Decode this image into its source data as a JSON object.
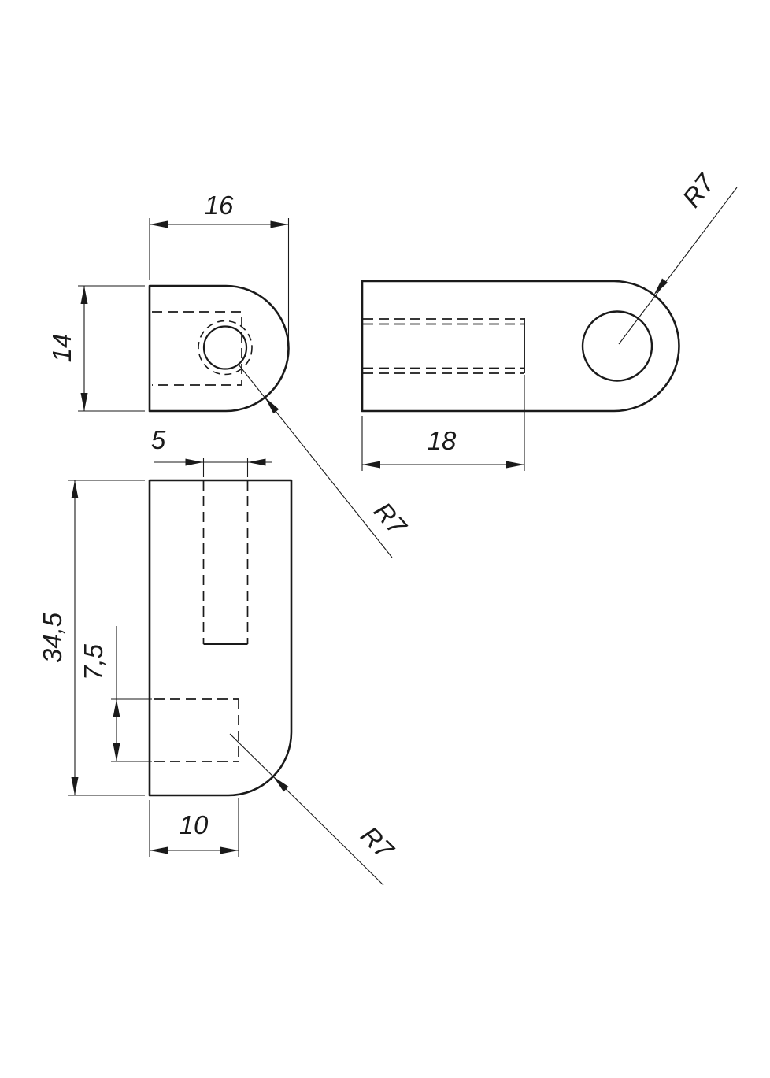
{
  "drawing": {
    "background_color": "#ffffff",
    "line_color": "#1a1a1a",
    "views": {
      "top_left": {
        "dimensions": {
          "width": "16",
          "height": "14",
          "end_radius": "R7"
        }
      },
      "top_right": {
        "dimensions": {
          "slot_depth": "18",
          "end_radius": "R7"
        }
      },
      "bottom_left": {
        "dimensions": {
          "overall_height": "34,5",
          "hole_offset": "7,5",
          "slot_width": "5",
          "base_width": "10",
          "corner_radius": "R7"
        }
      }
    }
  }
}
